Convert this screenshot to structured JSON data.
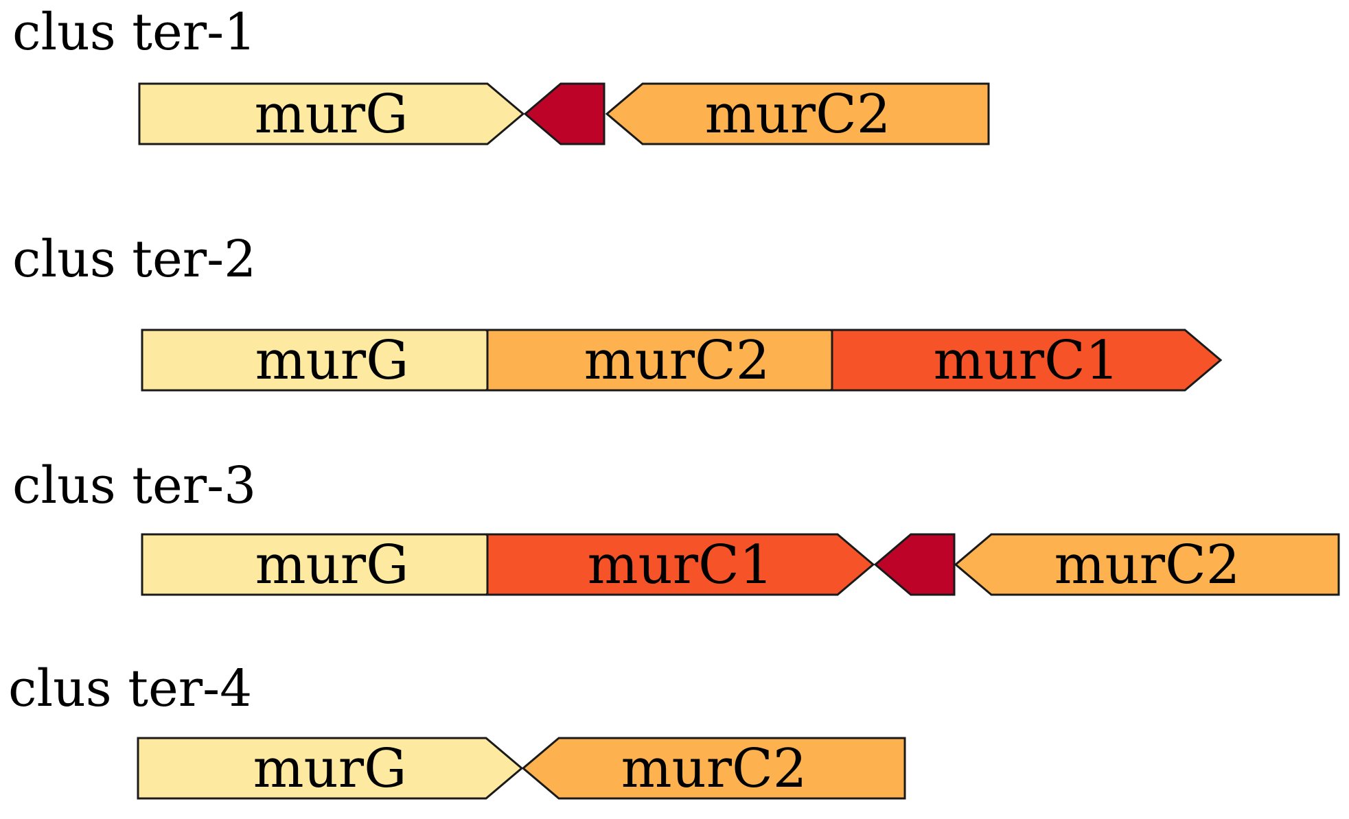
{
  "colors": {
    "murG": "#FDE9A0",
    "murC2": "#FDB24F",
    "murC1": "#F75329",
    "small": "#BE0328",
    "outline": "#1a1a1a"
  },
  "clusters": [
    {
      "label": "clus ter-1",
      "genes": [
        {
          "name": "murG",
          "label": "murG",
          "strand": "+",
          "color": "murG"
        },
        {
          "name": "small",
          "label": "",
          "strand": "-",
          "color": "small"
        },
        {
          "name": "murC2",
          "label": "murC2",
          "strand": "-",
          "color": "murC2"
        }
      ]
    },
    {
      "label": "clus ter-2",
      "genes": [
        {
          "name": "murG",
          "label": "murG",
          "strand": "+",
          "color": "murG"
        },
        {
          "name": "murC2",
          "label": "murC2",
          "strand": "+",
          "color": "murC2"
        },
        {
          "name": "murC1",
          "label": "murC1",
          "strand": "+",
          "color": "murC1"
        }
      ]
    },
    {
      "label": "clus ter-3",
      "genes": [
        {
          "name": "murG",
          "label": "murG",
          "strand": "+",
          "color": "murG"
        },
        {
          "name": "murC1",
          "label": "murC1",
          "strand": "+",
          "color": "murC1"
        },
        {
          "name": "small",
          "label": "",
          "strand": "-",
          "color": "small"
        },
        {
          "name": "murC2",
          "label": "murC2",
          "strand": "-",
          "color": "murC2"
        }
      ]
    },
    {
      "label": "clus ter-4",
      "genes": [
        {
          "name": "murG",
          "label": "murG",
          "strand": "+",
          "color": "murG"
        },
        {
          "name": "murC2",
          "label": "murC2",
          "strand": "-",
          "color": "murC2"
        }
      ]
    }
  ]
}
